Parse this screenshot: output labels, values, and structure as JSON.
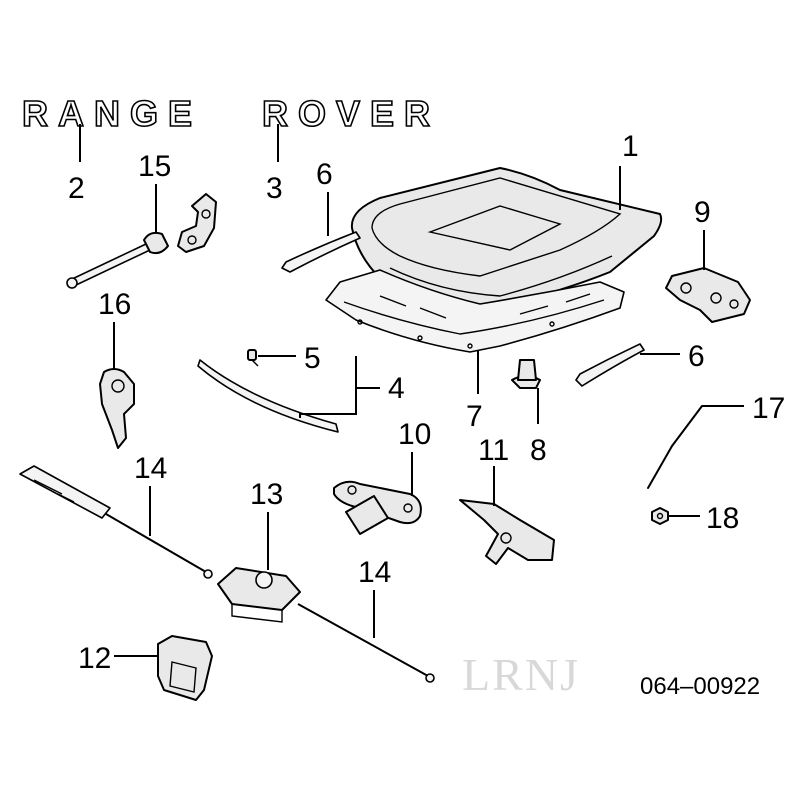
{
  "emblem": {
    "left": "RANGE",
    "right": "ROVER"
  },
  "callouts": {
    "c1": "1",
    "c2": "2",
    "c3": "3",
    "c4": "4",
    "c5": "5",
    "c6a": "6",
    "c6b": "6",
    "c7": "7",
    "c8": "8",
    "c9": "9",
    "c10": "10",
    "c11": "11",
    "c12": "12",
    "c13": "13",
    "c14a": "14",
    "c14b": "14",
    "c15": "15",
    "c16": "16",
    "c17": "17",
    "c18": "18"
  },
  "watermark": "LRNJ",
  "reference_code": "064–00922"
}
